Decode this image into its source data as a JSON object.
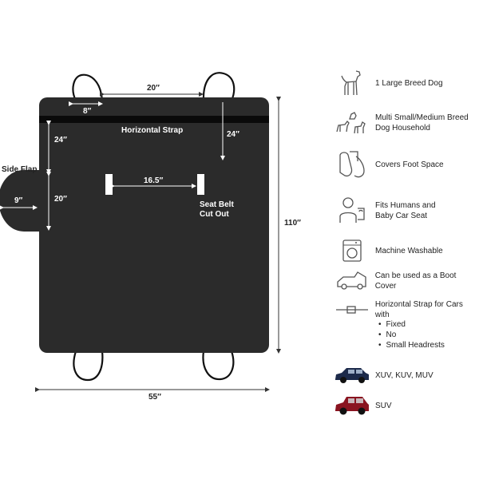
{
  "diagram": {
    "strap_label": "Horizontal Strap",
    "side_flap_label": "Side Flap",
    "seatbelt_label_line1": "Seat Belt",
    "seatbelt_label_line2": "Cut Out",
    "dim_top_gap": "20″",
    "dim_strap_width": "8″",
    "dim_left_drop": "24″",
    "dim_right_drop": "24″",
    "dim_cutout_gap": "16.5″",
    "dim_flap_height": "20″",
    "dim_flap_width": "9″",
    "dim_total_width": "55″",
    "dim_total_height": "110″"
  },
  "features": [
    {
      "icon": "large-dog-icon",
      "line1": "1 Large Breed Dog",
      "line2": ""
    },
    {
      "icon": "small-dogs-icon",
      "line1": "Multi Small/Medium Breed",
      "line2": "Dog Household"
    },
    {
      "icon": "foot-space-icon",
      "line1": "Covers Foot Space",
      "line2": ""
    },
    {
      "icon": "human-baby-seat-icon",
      "line1": "Fits Humans and",
      "line2": "Baby Car Seat"
    },
    {
      "icon": "washing-machine-icon",
      "line1": "Machine Washable",
      "line2": ""
    },
    {
      "icon": "boot-cover-icon",
      "line1": "Can be used as a Boot Cover",
      "line2": ""
    },
    {
      "icon": "strap-icon",
      "line1": "Horizontal Strap for Cars with",
      "line2": ""
    }
  ],
  "strap_options": [
    "Fixed",
    "No",
    "Small Headrests"
  ],
  "vehicles": [
    {
      "label": "XUV, KUV, MUV",
      "color": "#1c2a4a"
    },
    {
      "label": "SUV",
      "color": "#8a1420"
    }
  ],
  "colors": {
    "mat": "#2b2b2b",
    "strap": "#0a0a0a",
    "dim_line": "#333333"
  }
}
